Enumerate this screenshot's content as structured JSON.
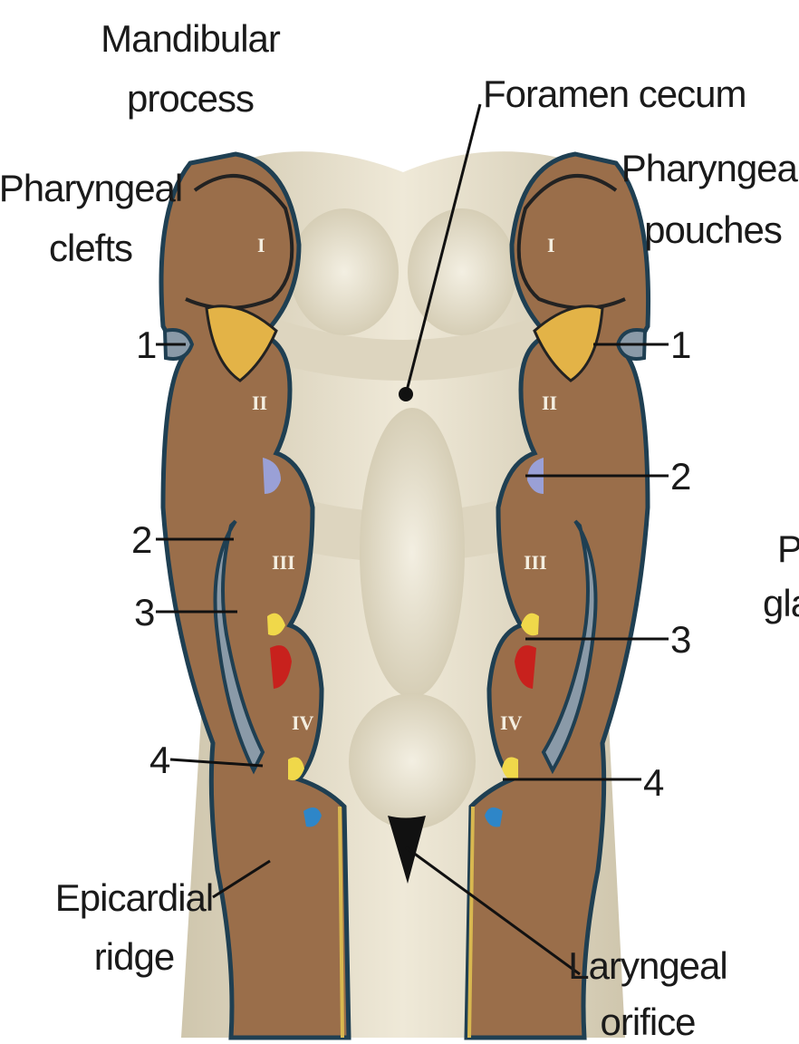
{
  "labels": {
    "mandibular_process": [
      "Mandibular",
      "process"
    ],
    "foramen_cecum": "Foramen cecum",
    "pharyngeal_clefts": [
      "Pharyngeal",
      "clefts"
    ],
    "pharyngeal_pouches": [
      "Pharyngeal",
      "pouches"
    ],
    "epicardial_ridge": [
      "Epicardial",
      "ridge"
    ],
    "laryngeal_orifice": [
      "Laryngeal",
      "orifice"
    ],
    "cut_off_edge": [
      "P",
      "gla"
    ],
    "cleft_numbers": [
      "1",
      "2",
      "3",
      "4"
    ],
    "pouch_numbers": [
      "1",
      "2",
      "3",
      "4"
    ],
    "arch_numerals": [
      "I",
      "II",
      "III",
      "IV"
    ]
  },
  "colors": {
    "arch_tissue": "#9a6e4a",
    "arch_outline": "#1f3f52",
    "floor_cream": "#e6dfcb",
    "pouch_yellow": "#e3b347",
    "pouch_purple": "#9aa0d6",
    "pouch_red": "#c8211d",
    "pouch_blue": "#2e86c8",
    "pouch_light_yellow": "#f0d84a"
  }
}
